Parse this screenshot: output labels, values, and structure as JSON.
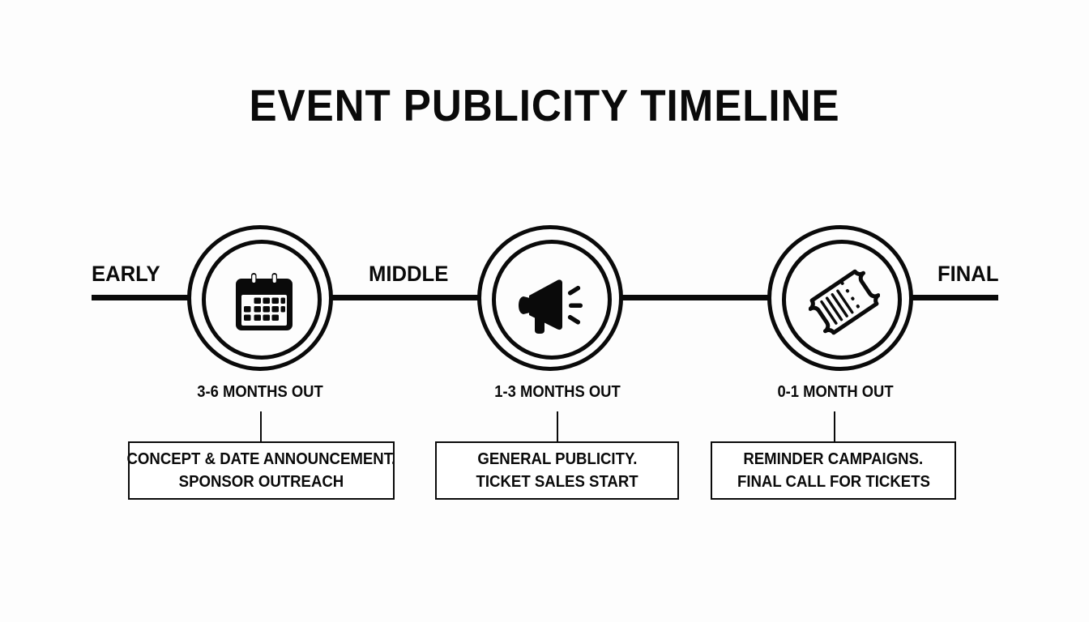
{
  "page": {
    "title": "EVENT PUBLICITY TIMELINE",
    "background_color": "#fdfdfd",
    "ink_color": "#0a0a0a"
  },
  "timeline": {
    "phase_labels": [
      {
        "text": "EARLY"
      },
      {
        "text": "MIDDLE"
      },
      {
        "text": "FINAL"
      }
    ],
    "stages": [
      {
        "icon": "calendar-icon",
        "timing": "3-6 MONTHS OUT",
        "description_line1": "CONCEPT & DATE ANNOUNCEMENT.",
        "description_line2": "SPONSOR OUTREACH"
      },
      {
        "icon": "megaphone-icon",
        "timing": "1-3 MONTHS OUT",
        "description_line1": "GENERAL PUBLICITY.",
        "description_line2": "TICKET SALES START"
      },
      {
        "icon": "ticket-icon",
        "timing": "0-1 MONTH OUT",
        "description_line1": "REMINDER CAMPAIGNS.",
        "description_line2": "FINAL CALL FOR TICKETS"
      }
    ]
  },
  "chart_data": {
    "type": "table",
    "title": "EVENT PUBLICITY TIMELINE",
    "categories": [
      "EARLY",
      "MIDDLE",
      "FINAL"
    ],
    "series": [
      {
        "name": "timing",
        "values": [
          "3-6 MONTHS OUT",
          "1-3 MONTHS OUT",
          "0-1 MONTH OUT"
        ]
      },
      {
        "name": "activities",
        "values": [
          "CONCEPT & DATE ANNOUNCEMENT. SPONSOR OUTREACH",
          "GENERAL PUBLICITY. TICKET SALES START",
          "REMINDER CAMPAIGNS. FINAL CALL FOR TICKETS"
        ]
      }
    ]
  }
}
